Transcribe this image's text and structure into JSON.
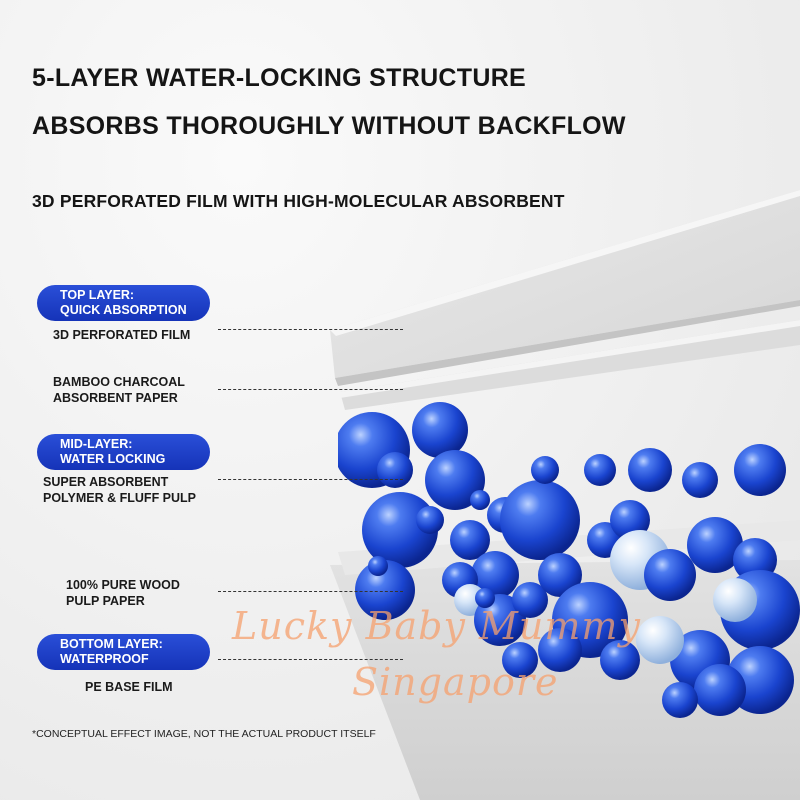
{
  "heading": {
    "line1": "5-LAYER WATER-LOCKING STRUCTURE",
    "line2": "ABSORBS THOROUGHLY WITHOUT BACKFLOW"
  },
  "subheading": "3D PERFORATED FILM WITH HIGH-MOLECULAR ABSORBENT",
  "layers": {
    "top_pill": [
      "TOP LAYER:",
      "QUICK ABSORPTION"
    ],
    "top_desc": "3D PERFORATED FILM",
    "bamboo_desc": [
      "BAMBOO CHARCOAL",
      "ABSORBENT PAPER"
    ],
    "mid_pill": [
      "MID-LAYER:",
      "WATER LOCKING"
    ],
    "mid_desc": [
      "SUPER ABSORBENT",
      "POLYMER & FLUFF PULP"
    ],
    "wood_desc": [
      "100% PURE WOOD",
      "PULP PAPER"
    ],
    "bottom_pill": [
      "BOTTOM LAYER:",
      "WATERPROOF"
    ],
    "bottom_desc": "PE BASE FILM"
  },
  "footnote": "*CONCEPTUAL EFFECT IMAGE, NOT THE ACTUAL PRODUCT ITSELF",
  "watermark": [
    "Lucky Baby Mummy",
    "Singapore"
  ],
  "colors": {
    "pill_blue": "#1a3fc9",
    "sphere_blue": "#1f4fd6",
    "watermark": "#f5a06e"
  }
}
